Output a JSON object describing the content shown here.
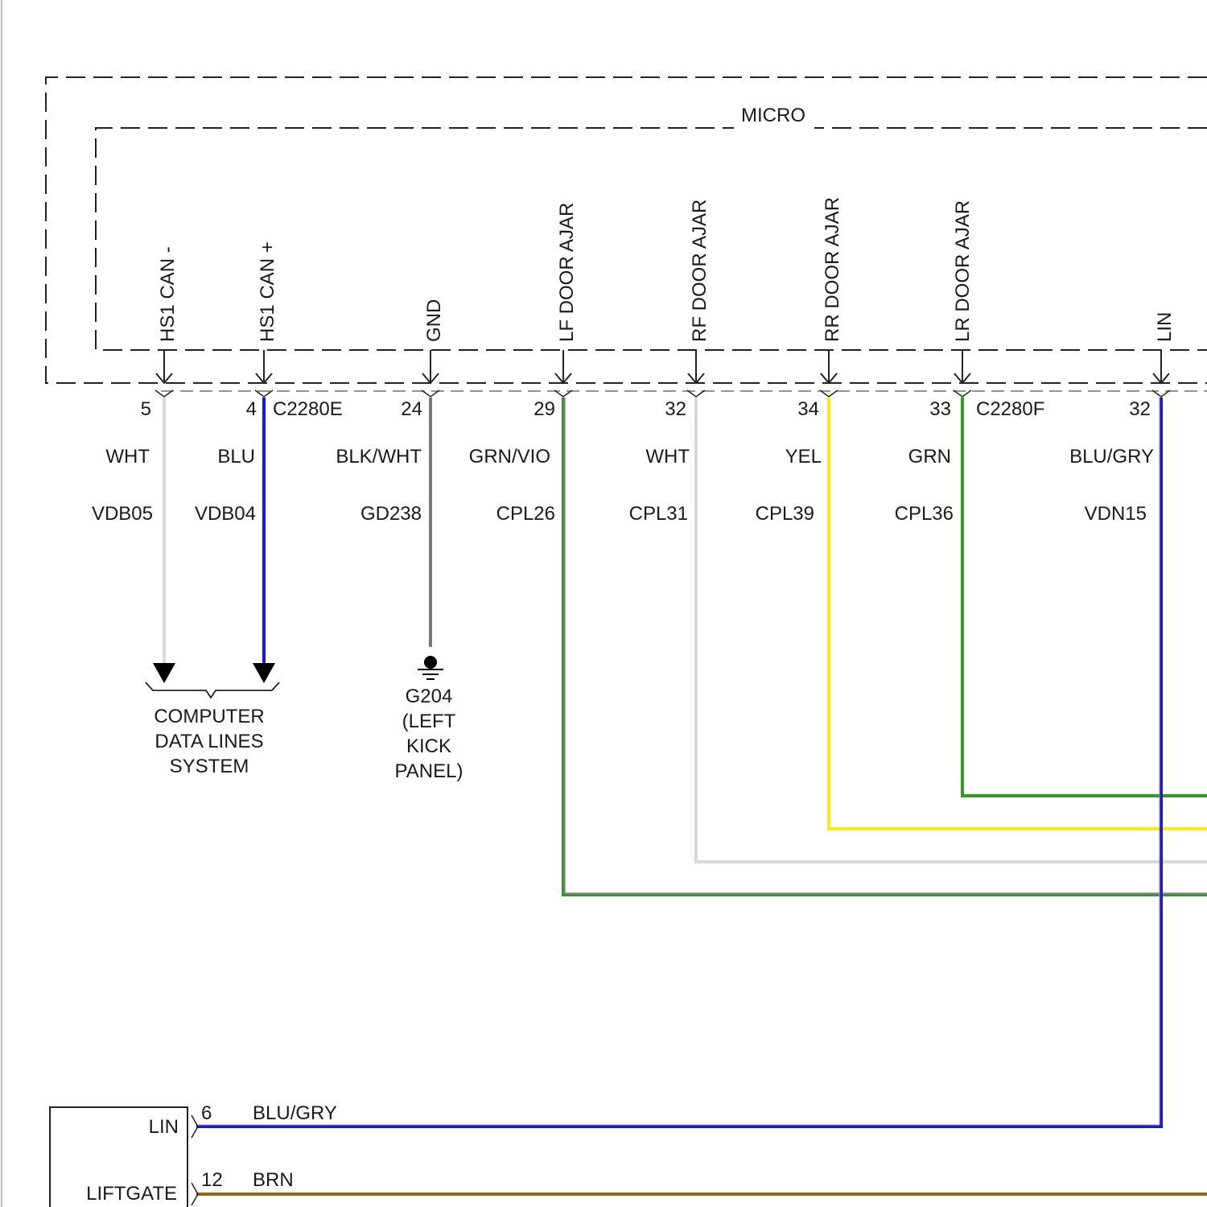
{
  "module": {
    "outer_label": "",
    "inner_label": "MICRO"
  },
  "pins": [
    {
      "signal": "HS1 CAN -",
      "pin": "5",
      "connector": "",
      "color_code": "WHT",
      "circuit": "VDB05",
      "wire_color": "#d9d9d9"
    },
    {
      "signal": "HS1 CAN +",
      "pin": "4",
      "connector": "C2280E",
      "color_code": "BLU",
      "circuit": "VDB04",
      "wire_color": "#1a1acc"
    },
    {
      "signal": "GND",
      "pin": "24",
      "connector": "",
      "color_code": "BLK/WHT",
      "circuit": "GD238",
      "wire_color": "#7a7a7a"
    },
    {
      "signal": "LF DOOR AJAR",
      "pin": "29",
      "connector": "",
      "color_code": "GRN/VIO",
      "circuit": "CPL26",
      "wire_color": "#2e9e1e",
      "stripe_color": "#c468c4"
    },
    {
      "signal": "RF DOOR AJAR",
      "pin": "32",
      "connector": "",
      "color_code": "WHT",
      "circuit": "CPL31",
      "wire_color": "#d9d9d9"
    },
    {
      "signal": "RR DOOR AJAR",
      "pin": "34",
      "connector": "",
      "color_code": "YEL",
      "circuit": "CPL39",
      "wire_color": "#f2f21a"
    },
    {
      "signal": "LR DOOR AJAR",
      "pin": "33",
      "connector": "C2280F",
      "color_code": "GRN",
      "circuit": "CPL36",
      "wire_color": "#2e9e1e"
    },
    {
      "signal": "LIN",
      "pin": "32",
      "connector": "",
      "color_code": "BLU/GRY",
      "circuit": "VDN15",
      "wire_color": "#1a1acc"
    }
  ],
  "data_lines": {
    "label_lines": [
      "COMPUTER",
      "DATA LINES",
      "SYSTEM"
    ]
  },
  "ground": {
    "label_lines": [
      "G204",
      "(LEFT",
      "KICK",
      "PANEL)"
    ]
  },
  "liftgate_module": {
    "pin_labels": [
      "LIN",
      "LIFTGATE"
    ],
    "wires": [
      {
        "pin": "6",
        "color_code": "BLU/GRY",
        "wire_color": "#1a1acc"
      },
      {
        "pin": "12",
        "color_code": "BRN",
        "wire_color": "#8c6a1a"
      }
    ]
  }
}
